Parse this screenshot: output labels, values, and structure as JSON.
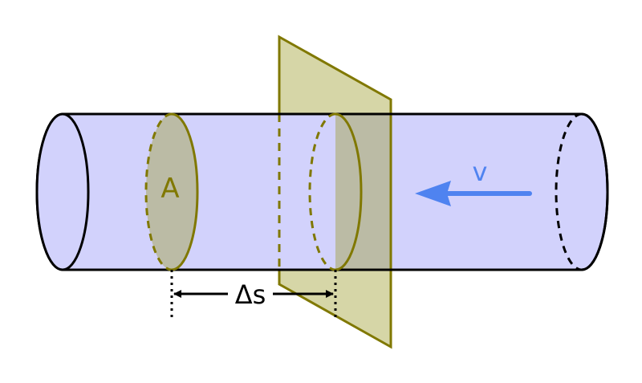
{
  "labels": {
    "area": "A",
    "displacement": "Δs",
    "velocity": "v"
  },
  "colors": {
    "tube_fill": "#d2d2fc",
    "tube_stroke": "#000000",
    "olive": "#807800",
    "plane_fill": "#d6d6a7",
    "disc_fill": "#bbbba5",
    "velocity": "#4f83f0"
  }
}
